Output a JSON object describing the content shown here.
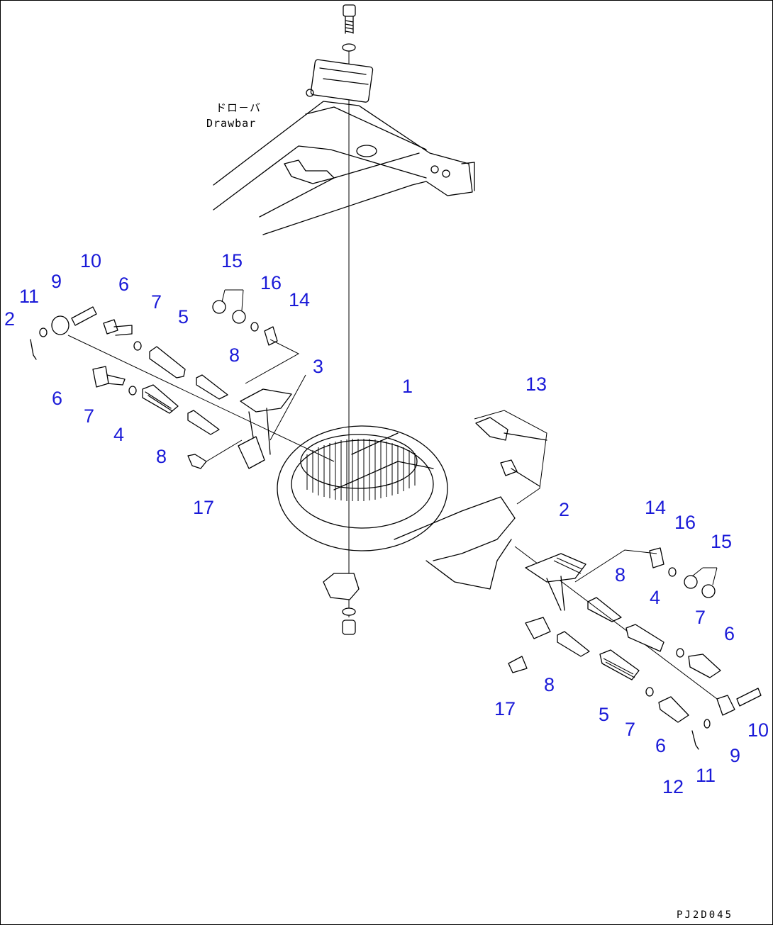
{
  "drawbar_label_jp": "ドロ－バ",
  "drawbar_label_en": "Drawbar",
  "drawing_code": "PJ2D045",
  "part_numbers": [
    {
      "id": "n-10a",
      "text": "10"
    },
    {
      "id": "n-9a",
      "text": "9"
    },
    {
      "id": "n-11a",
      "text": "11"
    },
    {
      "id": "n-2a",
      "text": "2"
    },
    {
      "id": "n-6a",
      "text": "6"
    },
    {
      "id": "n-7a",
      "text": "7"
    },
    {
      "id": "n-5a",
      "text": "5"
    },
    {
      "id": "n-15a",
      "text": "15"
    },
    {
      "id": "n-16a",
      "text": "16"
    },
    {
      "id": "n-14a",
      "text": "14"
    },
    {
      "id": "n-8a",
      "text": "8"
    },
    {
      "id": "n-3",
      "text": "3"
    },
    {
      "id": "n-6b",
      "text": "6"
    },
    {
      "id": "n-7b",
      "text": "7"
    },
    {
      "id": "n-4a",
      "text": "4"
    },
    {
      "id": "n-8b",
      "text": "8"
    },
    {
      "id": "n-17a",
      "text": "17"
    },
    {
      "id": "n-1",
      "text": "1"
    },
    {
      "id": "n-13",
      "text": "13"
    },
    {
      "id": "n-2b",
      "text": "2"
    },
    {
      "id": "n-14b",
      "text": "14"
    },
    {
      "id": "n-16b",
      "text": "16"
    },
    {
      "id": "n-15b",
      "text": "15"
    },
    {
      "id": "n-8c",
      "text": "8"
    },
    {
      "id": "n-4b",
      "text": "4"
    },
    {
      "id": "n-7c",
      "text": "7"
    },
    {
      "id": "n-6c",
      "text": "6"
    },
    {
      "id": "n-8d",
      "text": "8"
    },
    {
      "id": "n-17b",
      "text": "17"
    },
    {
      "id": "n-5b",
      "text": "5"
    },
    {
      "id": "n-7d",
      "text": "7"
    },
    {
      "id": "n-6d",
      "text": "6"
    },
    {
      "id": "n-10b",
      "text": "10"
    },
    {
      "id": "n-9b",
      "text": "9"
    },
    {
      "id": "n-11b",
      "text": "11"
    },
    {
      "id": "n-12",
      "text": "12"
    }
  ]
}
